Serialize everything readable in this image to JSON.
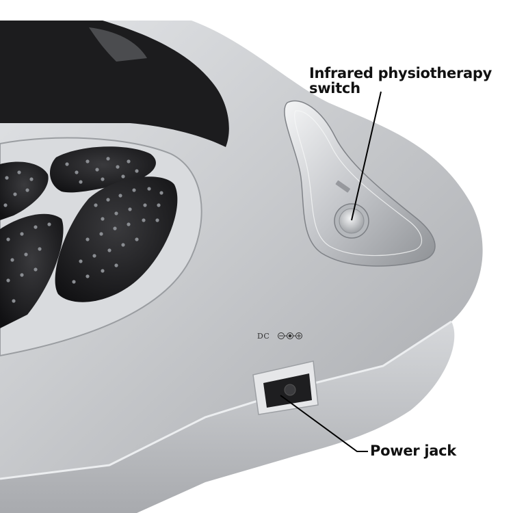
{
  "callouts": {
    "infrared_switch": "Infrared physiotherapy\nswitch",
    "infrared_line1": "Infrared physiotherapy",
    "infrared_line2": "switch",
    "power_jack": "Power jack"
  },
  "device_marking": {
    "dc": "DC"
  },
  "icons": {
    "polarity": "dc-polarity-symbol-icon",
    "button": "infrared-button-icon"
  },
  "colors": {
    "body": "#c6c8cb",
    "body_highlight": "#eef0f2",
    "pad_dark": "#1b1b1d",
    "nodes": "#8a8d92",
    "callout_line": "#000000"
  }
}
